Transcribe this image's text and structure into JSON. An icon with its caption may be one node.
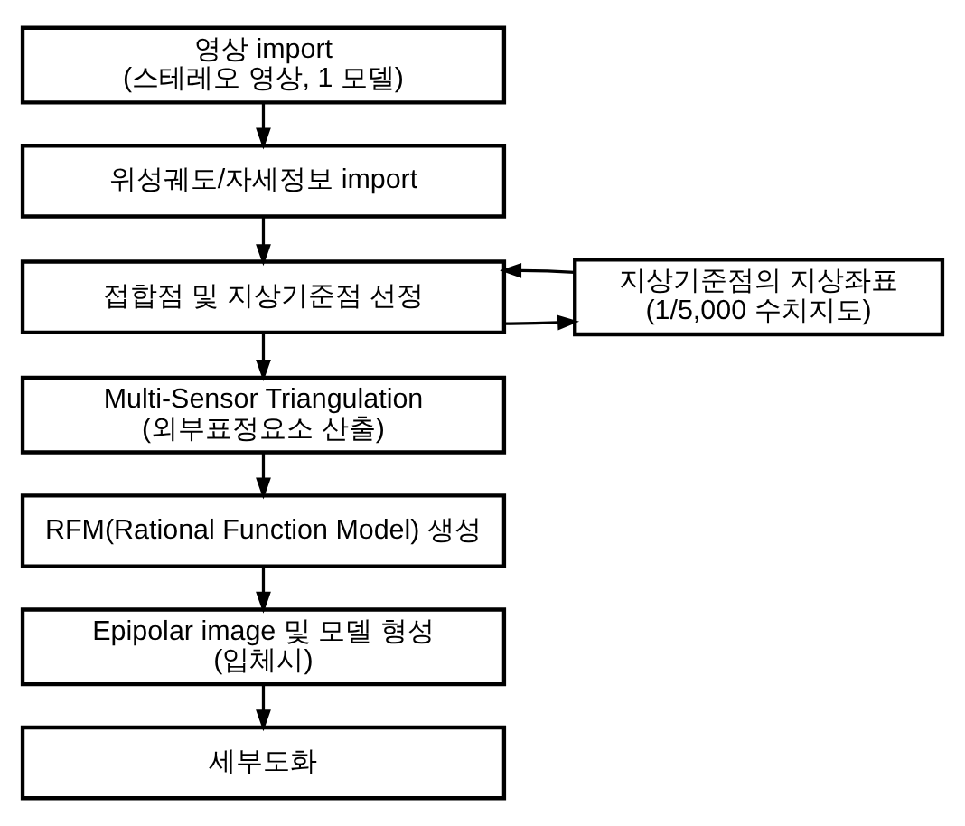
{
  "diagram": {
    "nodes": [
      {
        "text": [
          "영상 import",
          "(스테레오 영상, 1 모델)"
        ]
      },
      {
        "text": [
          "위성궤도/자세정보 import"
        ]
      },
      {
        "text": [
          "접합점 및 지상기준점 선정"
        ]
      },
      {
        "text": [
          "지상기준점의 지상좌표",
          "(1/5,000 수치지도)"
        ]
      },
      {
        "text": [
          "Multi-Sensor Triangulation",
          "(외부표정요소 산출)"
        ]
      },
      {
        "text": [
          "RFM(Rational Function Model) 생성"
        ]
      },
      {
        "text": [
          "Epipolar image 및 모델 형성",
          "(입체시)"
        ]
      },
      {
        "text": [
          "세부도화"
        ]
      }
    ],
    "edges": [
      {
        "from": 0,
        "to": 1,
        "arrow": "to"
      },
      {
        "from": 1,
        "to": 2,
        "arrow": "to"
      },
      {
        "from": 2,
        "to": 3,
        "arrow": "to"
      },
      {
        "from": 3,
        "to": 2,
        "arrow": "to"
      },
      {
        "from": 2,
        "to": 4,
        "arrow": "to"
      },
      {
        "from": 4,
        "to": 5,
        "arrow": "to"
      },
      {
        "from": 5,
        "to": 6,
        "arrow": "to"
      },
      {
        "from": 6,
        "to": 7,
        "arrow": "to"
      }
    ]
  }
}
